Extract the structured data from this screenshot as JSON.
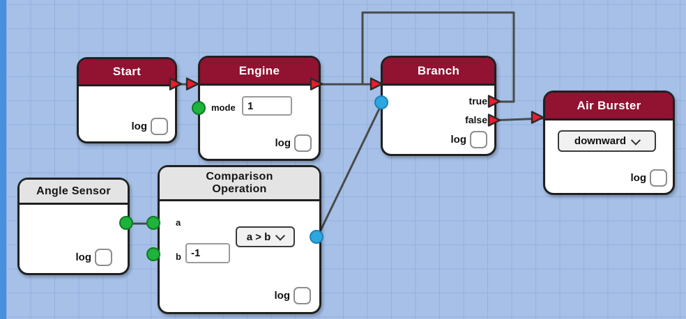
{
  "colors": {
    "header_red": "#911231",
    "header_gray": "#e4e4e4",
    "port_red": "#ee1c2c",
    "port_green": "#1db33c",
    "port_blue": "#2da7e2",
    "wire": "#4a4a4a",
    "canvas_background": "#a6c0e7"
  },
  "nodes": {
    "start": {
      "title": "Start",
      "log_label": "log"
    },
    "engine": {
      "title": "Engine",
      "mode_label": "mode",
      "mode_value": "1",
      "log_label": "log"
    },
    "branch": {
      "title": "Branch",
      "true_label": "true",
      "false_label": "false",
      "log_label": "log"
    },
    "air_burster": {
      "title": "Air Burster",
      "direction_value": "downward",
      "log_label": "log"
    },
    "angle_sensor": {
      "title": "Angle Sensor",
      "log_label": "log"
    },
    "comparison": {
      "title_line1": "Comparison",
      "title_line2": "Operation",
      "a_label": "a",
      "b_label": "b",
      "b_value": "-1",
      "operator_value": "a > b",
      "log_label": "log"
    }
  }
}
